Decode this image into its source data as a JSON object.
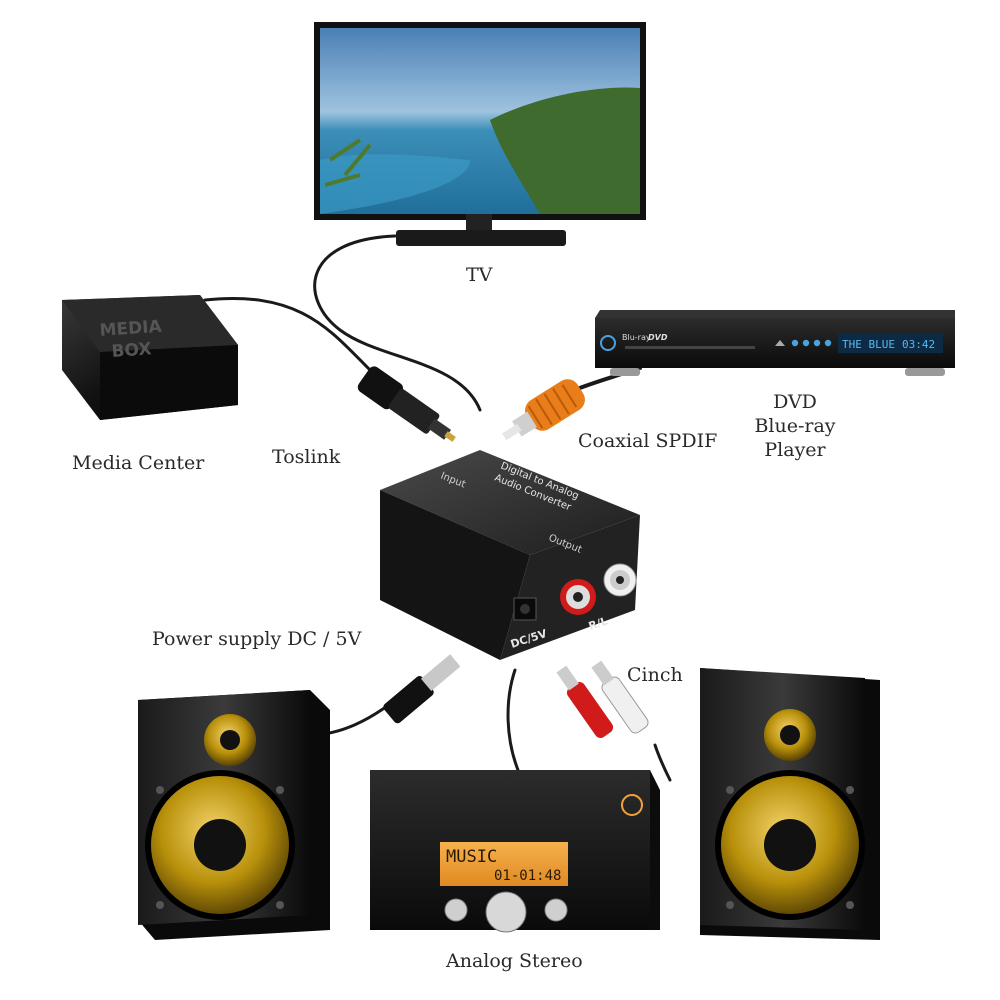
{
  "labels": {
    "tv": "TV",
    "media_center": "Media Center",
    "toslink": "Toslink",
    "coaxial": "Coaxial SPDIF",
    "dvd": [
      "DVD",
      "Blue-ray",
      "Player"
    ],
    "power": "Power supply DC / 5V",
    "cinch": "Cinch",
    "analog_stereo": "Analog Stereo"
  },
  "devices": {
    "media_box_print": [
      "MEDIA",
      "BOX"
    ],
    "dvd_logo_bluray": "Blu-ray",
    "dvd_logo_dvd": "DVD",
    "dvd_display_left": "THE BLUE",
    "dvd_display_right": "03:42",
    "converter_title": [
      "Digital to Analog",
      "Audio Converter"
    ],
    "converter_input": "Input",
    "converter_output": "Output",
    "converter_dc": "DC/5V",
    "converter_rl": "R/L",
    "stereo_display_top": "MUSIC",
    "stereo_display_bottom": "01-01:48"
  },
  "colors": {
    "label_text": "#2a2a2a",
    "device_black": "#151515",
    "speaker_gold": "#b8900a",
    "coax_orange": "#e87d1a",
    "rca_red": "#d11a1a",
    "lcd_amber": "#f2a23a",
    "lcd_blue": "#4aa3e0"
  }
}
